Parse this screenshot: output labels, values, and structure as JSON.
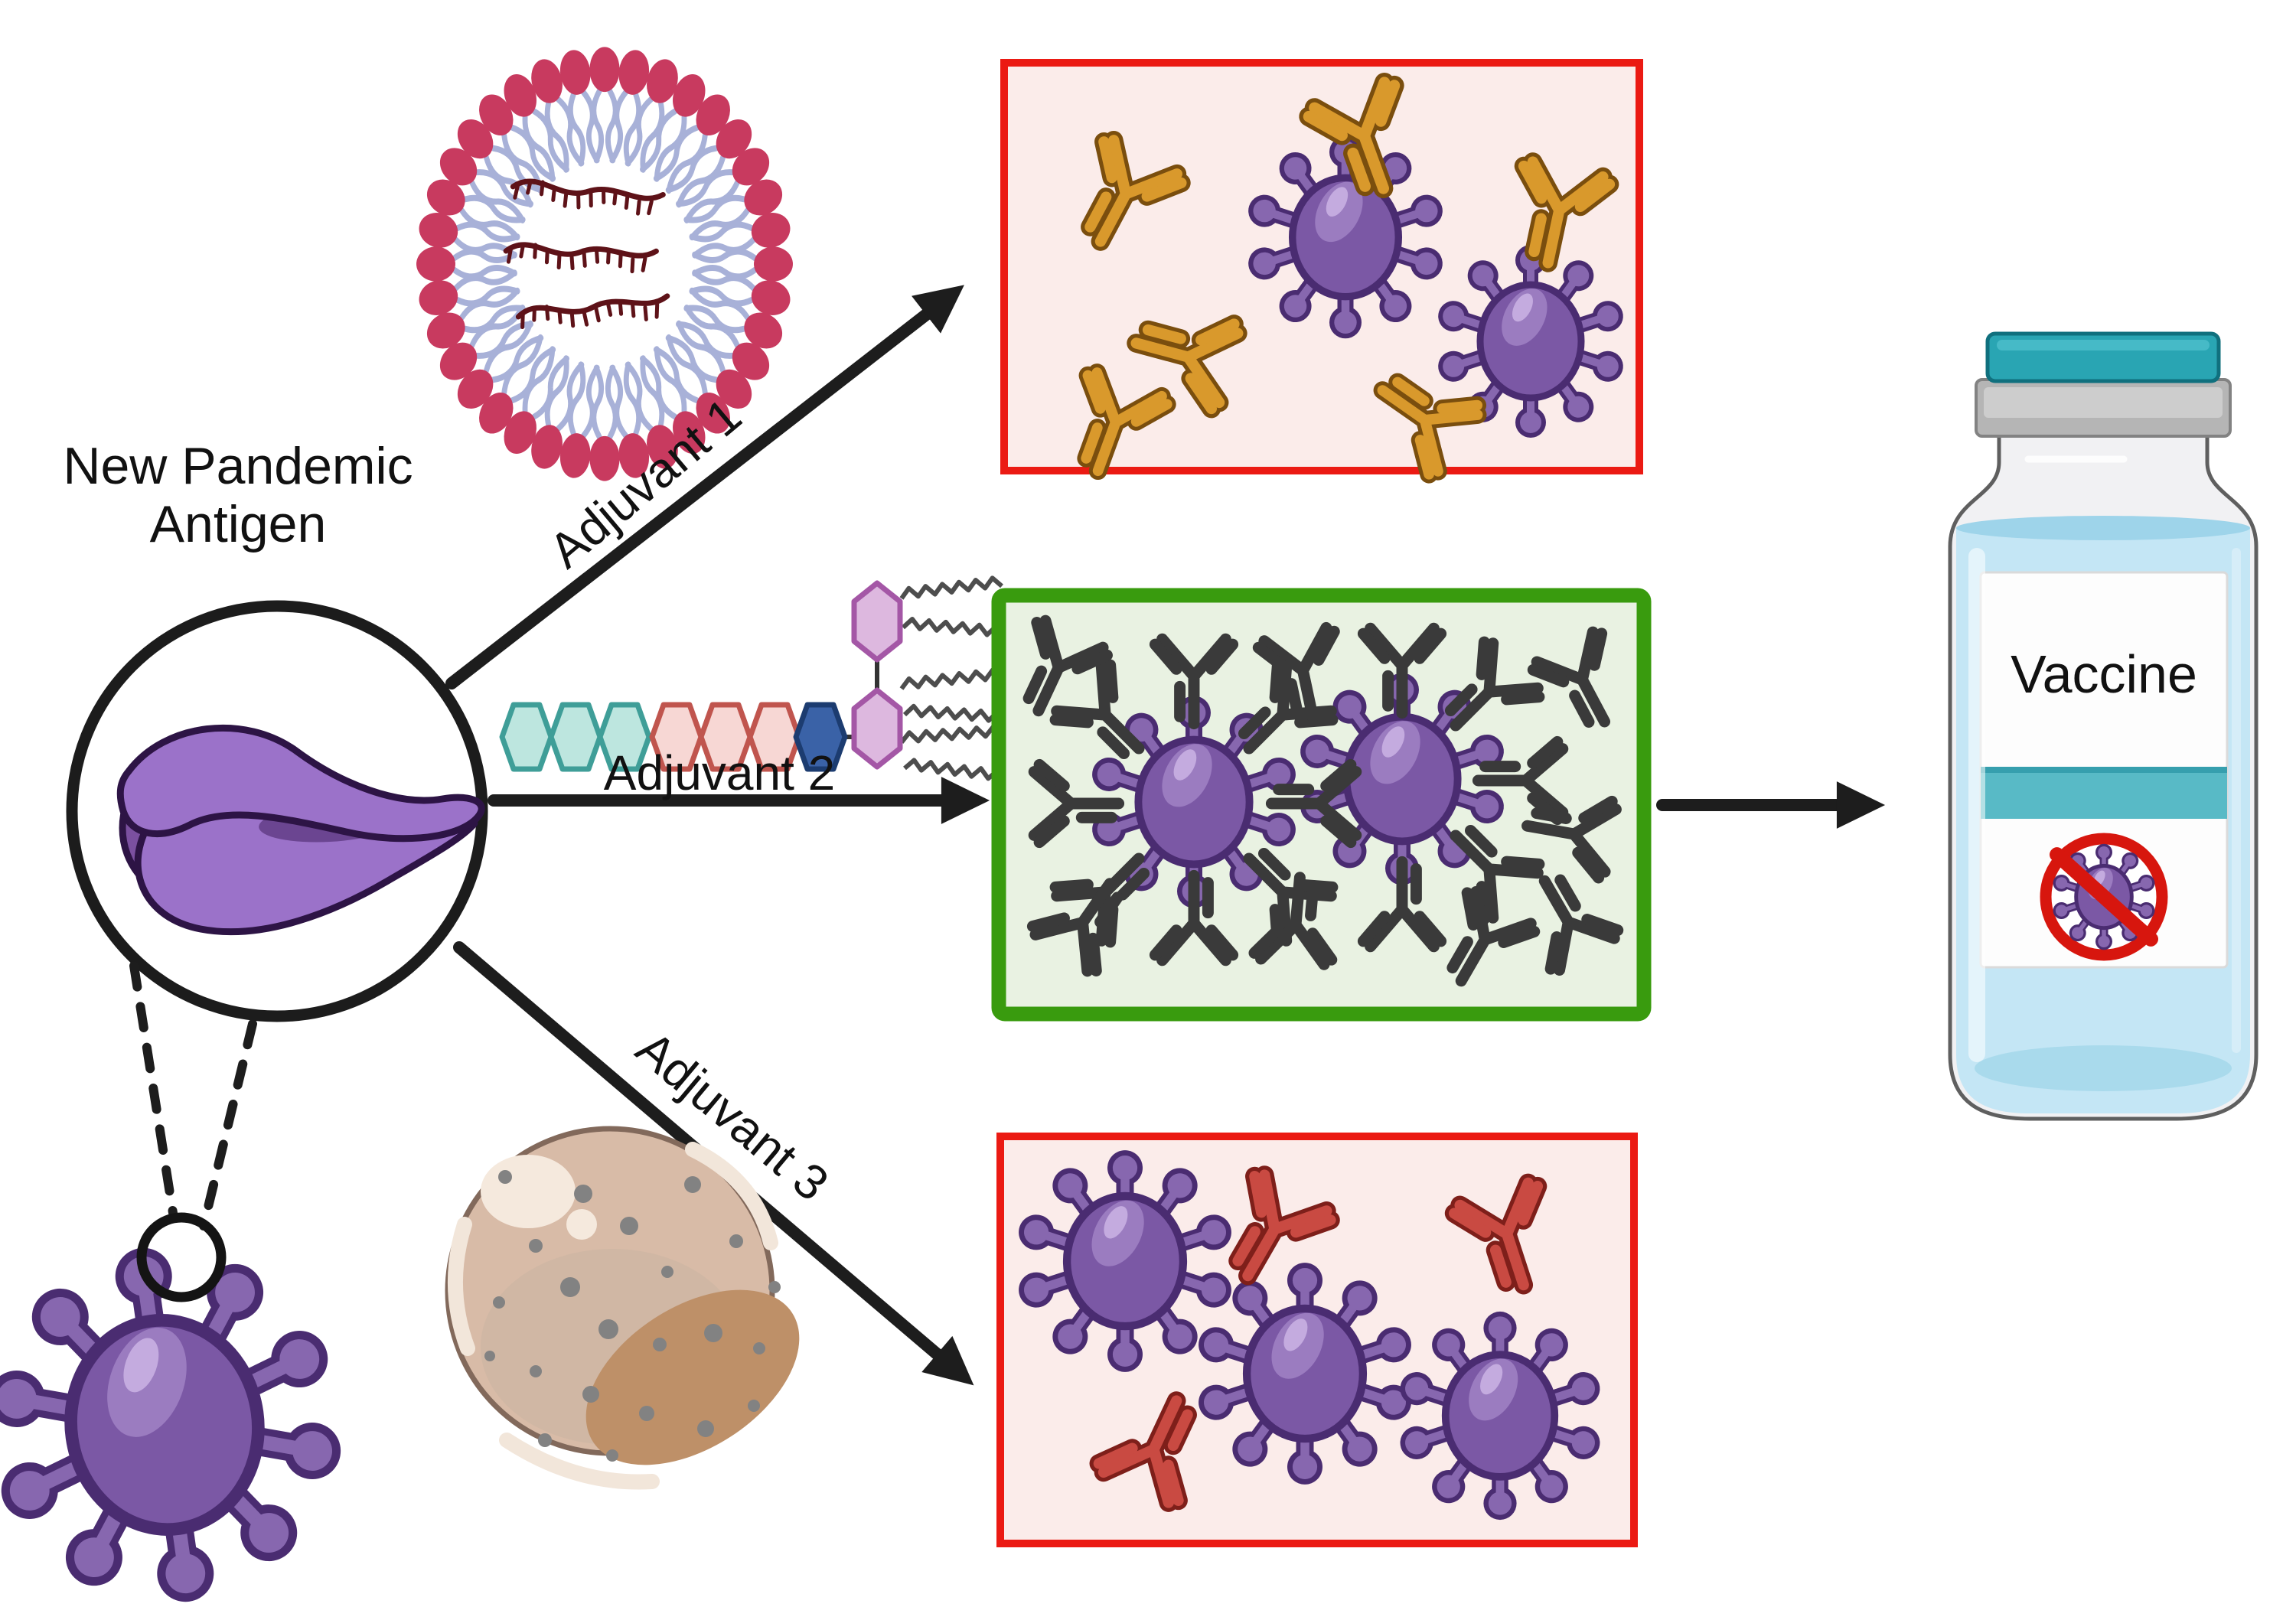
{
  "labels": {
    "antigen_line1": "New Pandemic",
    "antigen_line2": "Antigen",
    "adjuvant1": "Adjuvant 1",
    "adjuvant2": "Adjuvant 2",
    "adjuvant3": "Adjuvant 3",
    "vaccine": "Vaccine"
  },
  "icons": {
    "antigen-icon": "purple antigen protein shown magnified in a circle",
    "virus-icon": "purple virus particle with knobbed spikes",
    "magnifier-circle-icon": "small circle marking the spike protein source of the antigen",
    "liposome-icon": "Adjuvant 1: lipid nanoparticle ring with RNA strands inside",
    "glycolipid-chain-icon": "Adjuvant 2: chain of sugar hexagons (3 teal, 3 pink, 1 blue, 2 orchid) with lipid zigzag tails",
    "emulsion-droplet-icon": "Adjuvant 3: tan emulsion droplet with small particles",
    "antibody-icon": "Y-shaped antibody",
    "vaccine-vial-icon": "glass vaccine vial with teal cap and label",
    "no-virus-icon": "red prohibition circle over a virus"
  },
  "outcomes": [
    {
      "adjuvant": "Adjuvant 1",
      "border_color": "#EB1A13",
      "background": "#FBECEA",
      "virus_count": 2,
      "antibody_count": 6,
      "antibody_color": "#D9992C"
    },
    {
      "adjuvant": "Adjuvant 2",
      "border_color": "#399B0E",
      "background": "#E9F2E2",
      "virus_count": 2,
      "antibody_count": 21,
      "antibody_color": "#3A3A3A"
    },
    {
      "adjuvant": "Adjuvant 3",
      "border_color": "#EB1A13",
      "background": "#FBECEA",
      "virus_count": 3,
      "antibody_count": 3,
      "antibody_color": "#C94A42"
    }
  ],
  "colors": {
    "red_box": "#EB1A13",
    "pink_bg": "#FBECEA",
    "green_box": "#399B0E",
    "green_bg": "#E9F2E2",
    "virus_purple": "#7B58A5",
    "virus_outline": "#4A2C71",
    "virus_knob": "#8767AF",
    "virus_hi": "#9B7CC0",
    "ab_orange": "#D9992C",
    "ab_orange_dark": "#7A4E0E",
    "ab_red": "#C94A42",
    "ab_red_dark": "#7E1F1A",
    "ab_black": "#3A3A3A",
    "arrow": "#1D1D1D",
    "text": "#111111",
    "lipid_head": "#C83A5F",
    "lipid_tail": "#A8B1D8",
    "rna": "#5E1218",
    "zigzag": "#4D4D4D",
    "hex_teal": "#BDE6DF",
    "hex_teal_stroke": "#3F9E98",
    "hex_pink": "#F7D7D4",
    "hex_pink_stroke": "#C0554E",
    "hex_blue": "#3A62A7",
    "hex_blue_stroke": "#1C3C70",
    "hex_orchid": "#DDB8DF",
    "hex_orchid_stroke": "#A457A6",
    "emulsion_base": "#D8BBA7",
    "emulsion_border": "#82695B",
    "emulsion_patch": "#BE9068",
    "emulsion_dot": "#828282",
    "cap_teal": "#29A5B3",
    "band_teal": "#58BAC6",
    "liquid_blue": "#C4E6F5",
    "liquid_surface": "#9ED4EA",
    "no_sign_red": "#D7160E",
    "glass_stroke": "#5F5F5F"
  }
}
